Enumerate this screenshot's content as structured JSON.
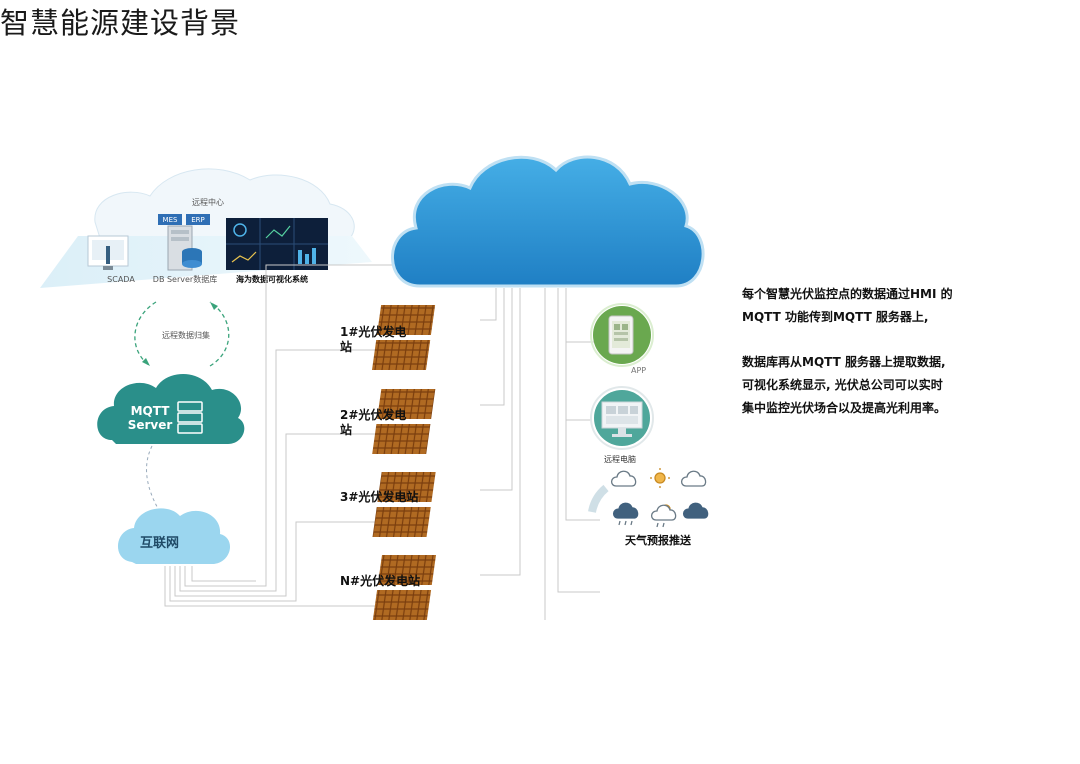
{
  "title": "智慧能源建设背景",
  "remote_center": {
    "label": "远程中心",
    "mes_label": "MES",
    "erp_label": "ERP",
    "scada_label": "SCADA",
    "db_label": "DB Server数据库",
    "vis_label": "海为数据可视化系统"
  },
  "remote_collect_label": "远程数据归集",
  "mqtt_cloud": {
    "line1": "MQTT",
    "line2": "Server"
  },
  "internet_label": "互联网",
  "stations": [
    {
      "line1": "1#光伏发电",
      "line2": "站"
    },
    {
      "line1": "2#光伏发电",
      "line2": "站"
    },
    {
      "line1": "3#光伏发电站",
      "line2": ""
    },
    {
      "line1": "N#光伏发电站",
      "line2": ""
    }
  ],
  "app_label": "APP",
  "remote_pc_label": "远程电脑",
  "weather_label": "天气预报推送",
  "description": {
    "para1": [
      "每个智慧光伏监控点的数据通过HMI 的",
      "MQTT 功能传到MQTT 服务器上,"
    ],
    "para2": [
      "数据库再从MQTT 服务器上提取数据,",
      "可视化系统显示, 光伏总公司可以实时",
      "集中监控光伏场合以及提高光利用率。"
    ]
  },
  "colors": {
    "cloud_blue": "#2f95d6",
    "mqtt_teal": "#2a8f8a",
    "internet_blue": "#8fd0ec",
    "app_green": "#6aa84f",
    "panel_brown": "#8a4a14"
  }
}
